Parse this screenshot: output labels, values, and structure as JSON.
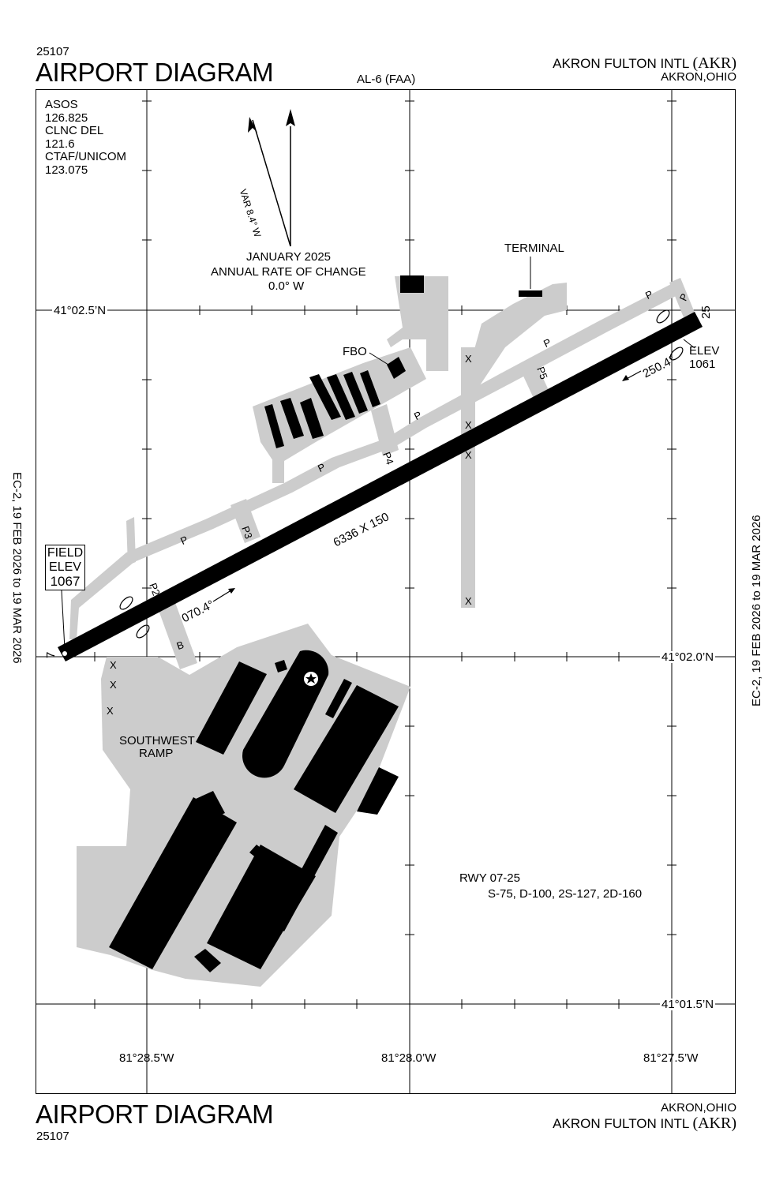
{
  "header": {
    "chart_number": "25107",
    "title": "AIRPORT DIAGRAM",
    "series": "AL-6 (FAA)",
    "airport_name": "AKRON FULTON INTL",
    "airport_id": "(AKR)",
    "location": "AKRON,OHIO"
  },
  "footer": {
    "title": "AIRPORT DIAGRAM",
    "chart_number": "25107",
    "location": "AKRON,OHIO",
    "airport_name": "AKRON FULTON INTL",
    "airport_id": "(AKR)"
  },
  "frequencies": {
    "asos_label": "ASOS",
    "asos_freq": "126.825",
    "clnc_label": "CLNC DEL",
    "clnc_freq": "121.6",
    "ctaf_label": "CTAF/UNICOM",
    "ctaf_freq": "123.075"
  },
  "magnetic": {
    "variation": "VAR 8.4° W",
    "date_line": "JANUARY 2025",
    "change_line": "ANNUAL RATE OF CHANGE",
    "change_value": "0.0° W"
  },
  "effective": {
    "left": "EC-2,  19 FEB 2026  to  19 MAR 2026",
    "right": "EC-2,  19 FEB 2026  to  19 MAR 2026"
  },
  "coordinates": {
    "lat_top": "41°02.5’N",
    "lat_mid": "41°02.0’N",
    "lat_bottom": "41°01.5’N",
    "lon_left": "81°28.5’W",
    "lon_mid": "81°28.0’W",
    "lon_right": "81°27.5’W"
  },
  "runway": {
    "end_07": "7",
    "end_25": "25",
    "dimensions": "6336 X 150",
    "heading_07": "070.4°",
    "heading_25": "250.4°",
    "elev_label": "ELEV",
    "elev_25": "1061",
    "strength_title": "RWY 07-25",
    "strength_values": "S-75, D-100, 2S-127, 2D-160"
  },
  "field_elev": {
    "line1": "FIELD",
    "line2": "ELEV",
    "value": "1067"
  },
  "labels": {
    "terminal": "TERMINAL",
    "fbo": "FBO",
    "southwest_ramp_1": "SOUTHWEST",
    "southwest_ramp_2": "RAMP"
  },
  "taxiways": {
    "p": "P",
    "p2": "P2",
    "p3": "P3",
    "p4": "P4",
    "p5": "P5",
    "b": "B",
    "closed_mark": "X"
  }
}
